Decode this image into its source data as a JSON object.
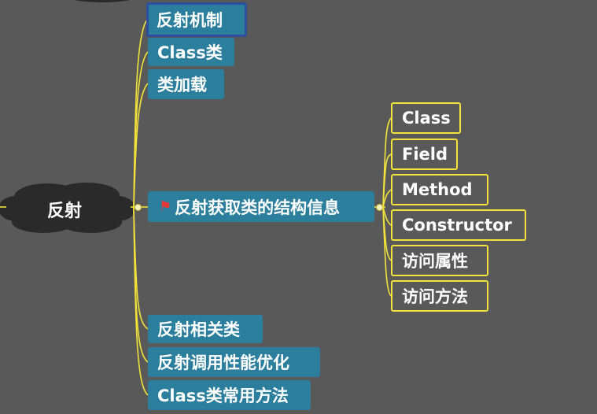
{
  "root": {
    "label": "反射",
    "icon": "cloud-shape"
  },
  "branches": [
    {
      "label": "反射机制",
      "selected": true
    },
    {
      "label": "Class类"
    },
    {
      "label": "类加载"
    },
    {
      "label": "反射获取类的结构信息",
      "icon": "red-flag-icon"
    },
    {
      "label": "反射相关类"
    },
    {
      "label": "反射调用性能优化"
    },
    {
      "label": "Class类常用方法"
    }
  ],
  "sub_branches": [
    {
      "label": "Class"
    },
    {
      "label": "Field"
    },
    {
      "label": "Method"
    },
    {
      "label": "Constructor"
    },
    {
      "label": "访问属性"
    },
    {
      "label": "访问方法"
    }
  ],
  "colors": {
    "background": "#595959",
    "node": "#2b7f9d",
    "line": "#f2e23a",
    "selected_border": "#2d4f9e"
  }
}
